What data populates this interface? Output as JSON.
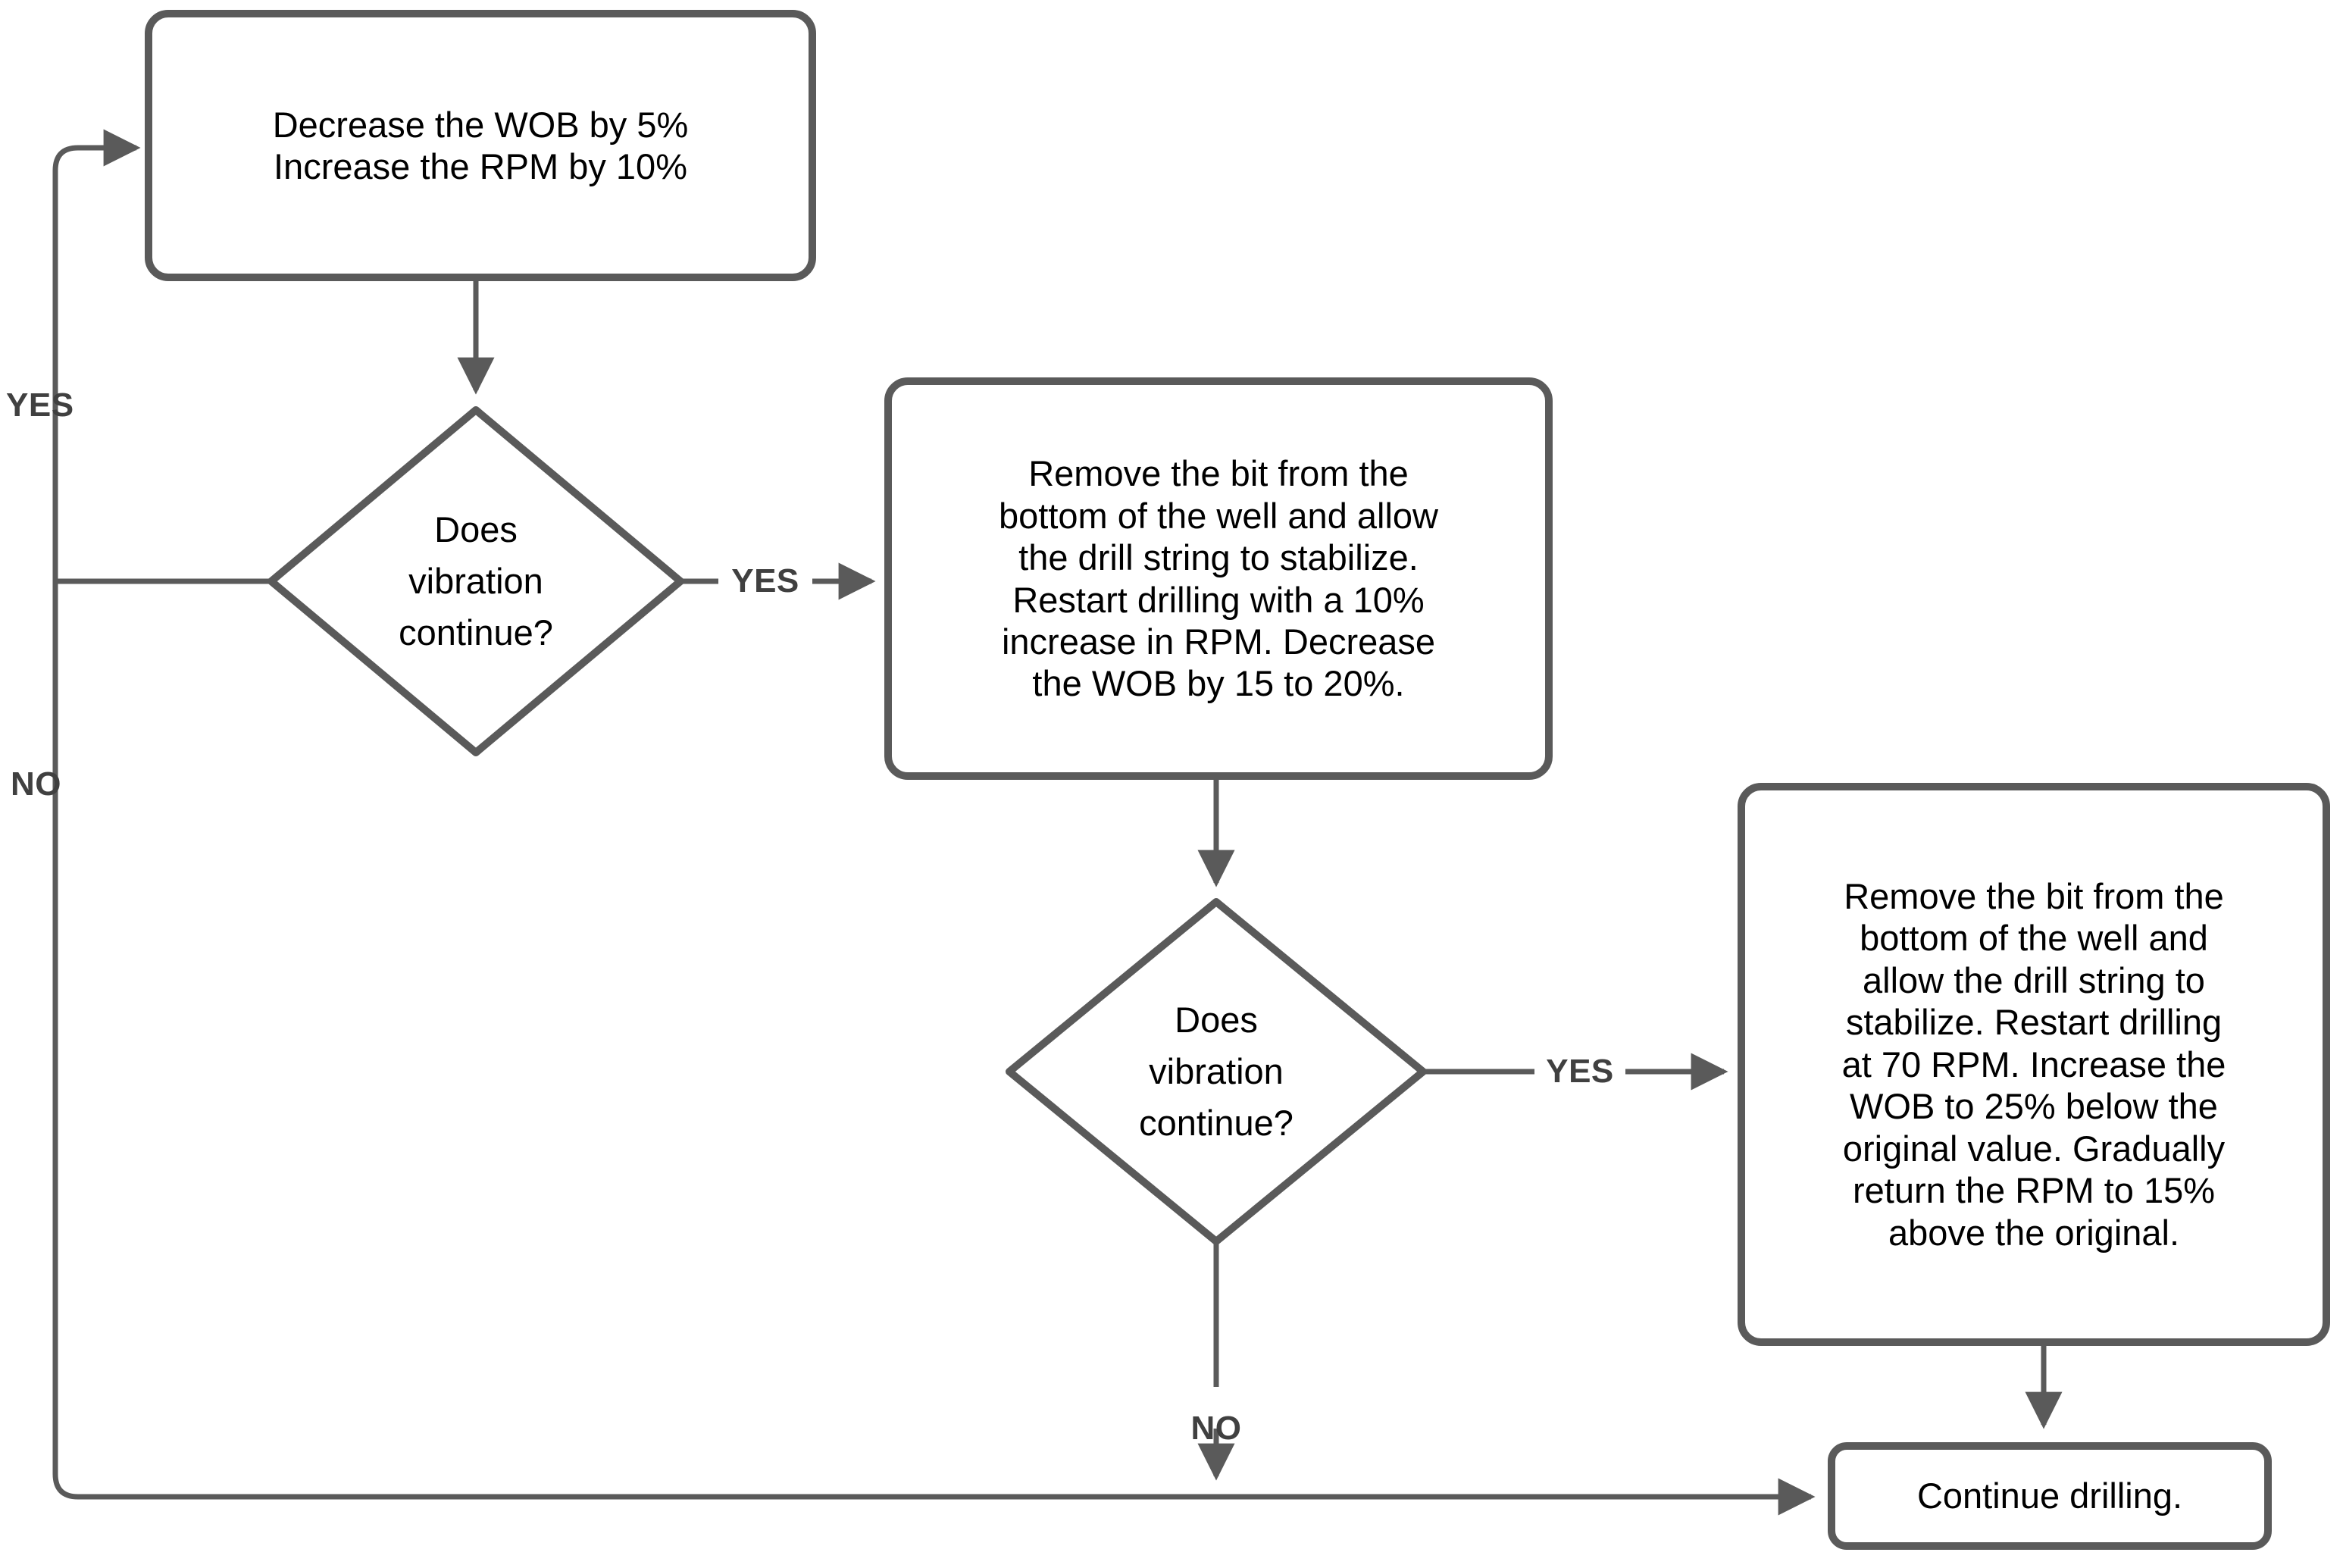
{
  "diagram": {
    "title": "Drilling vibration mitigation decision flowchart",
    "stroke_color": "#5a5a5a",
    "text_color": "#000000",
    "label_color": "#404040",
    "background_color": "#ffffff",
    "line_width": 7
  },
  "nodes": {
    "adjust_params": {
      "shape": "process",
      "text": "Decrease the WOB by 5%\nIncrease the RPM by 10%"
    },
    "decision_1": {
      "shape": "decision",
      "text": "Does\nvibration\ncontinue?"
    },
    "restart_10pct": {
      "shape": "process",
      "text": "Remove the bit from the\nbottom of the well and allow\nthe drill string to stabilize.\nRestart drilling with a 10%\nincrease in RPM. Decrease\nthe WOB by 15 to 20%."
    },
    "decision_2": {
      "shape": "decision",
      "text": "Does\nvibration\ncontinue?"
    },
    "restart_70rpm": {
      "shape": "process",
      "text": "Remove the bit from the\nbottom of the well and\nallow the drill string to\nstabilize. Restart drilling\nat 70 RPM. Increase the\nWOB to 25% below the\noriginal value. Gradually\nreturn the RPM to 15%\nabove the original."
    },
    "continue_drilling": {
      "shape": "terminal",
      "text": "Continue drilling."
    }
  },
  "edges": [
    {
      "id": "loop-yes-back",
      "from": "decision_1",
      "to": "adjust_params",
      "label": "YES"
    },
    {
      "id": "d1-no-down",
      "from": "decision_1",
      "to": "continue_drilling",
      "label": "NO"
    },
    {
      "id": "d1-yes-right",
      "from": "decision_1",
      "to": "restart_10pct",
      "label": "YES"
    },
    {
      "id": "box2-to-d2",
      "from": "restart_10pct",
      "to": "decision_2",
      "label": ""
    },
    {
      "id": "d2-yes-right",
      "from": "decision_2",
      "to": "restart_70rpm",
      "label": "YES"
    },
    {
      "id": "d2-no-down",
      "from": "decision_2",
      "to": "continue_drilling",
      "label": "NO"
    },
    {
      "id": "box3-to-continue",
      "from": "restart_70rpm",
      "to": "continue_drilling",
      "label": ""
    },
    {
      "id": "box1-to-d1",
      "from": "adjust_params",
      "to": "decision_1",
      "label": ""
    }
  ]
}
